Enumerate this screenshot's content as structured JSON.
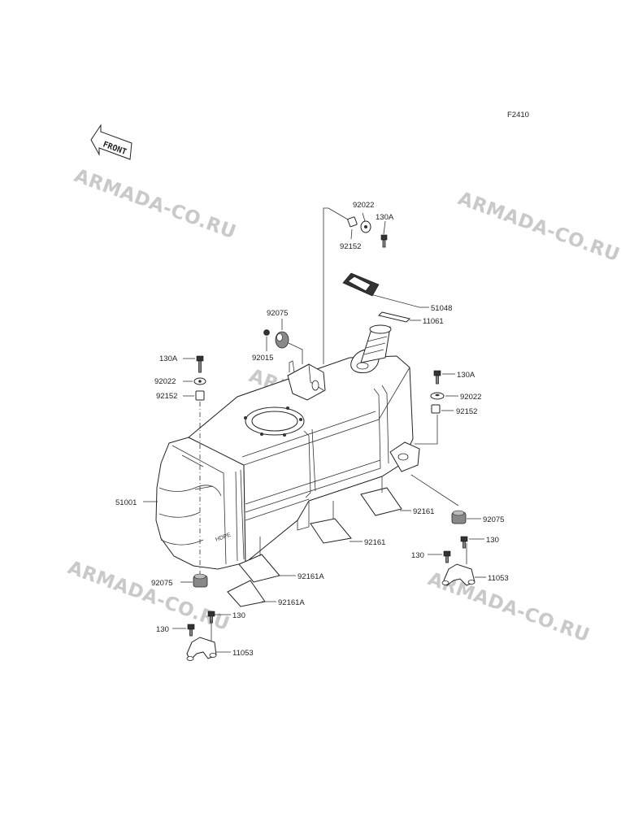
{
  "figure_id": "F2410",
  "front_label": "FRONT",
  "watermarks": [
    "ARMADA-CO.RU",
    "ARMADA-CO.RU",
    "ARMADA-CO.RU",
    "ARMADA-CO.RU",
    "ARMADA-CO.RU"
  ],
  "labels": {
    "l92022_top": "92022",
    "l130A_top": "130A",
    "l92152_top": "92152",
    "l51048": "51048",
    "l11061": "11061",
    "l92075_top": "92075",
    "l92015": "92015",
    "l130A_left": "130A",
    "l92022_left": "92022",
    "l92152_left": "92152",
    "l130A_right": "130A",
    "l92022_right": "92022",
    "l92152_right": "92152",
    "l51001": "51001",
    "l92161_a": "92161",
    "l92161_b": "92161",
    "l92161A_a": "92161A",
    "l92161A_b": "92161A",
    "l92075_right": "92075",
    "l130_r1": "130",
    "l130_r2": "130",
    "l11053_r": "11053",
    "l92075_left": "92075",
    "l130_l1": "130",
    "l130_l2": "130",
    "l11053_l": "11053"
  },
  "tank_marking": "HDPE"
}
